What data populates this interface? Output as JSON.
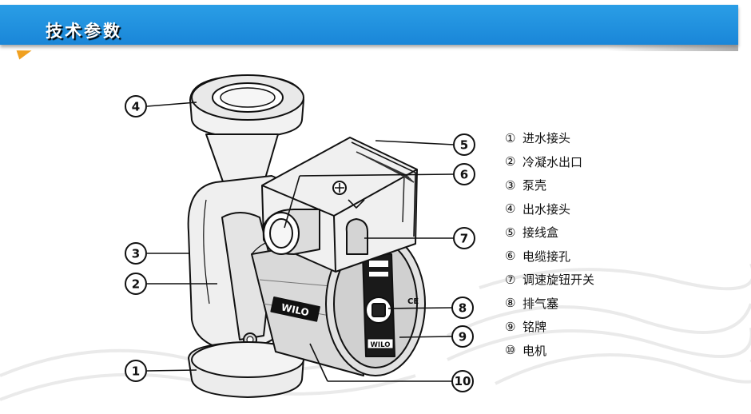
{
  "header": {
    "title": "技术参数",
    "bar_color": "#1a8fe0",
    "arrow_color": "#f0a020"
  },
  "diagram": {
    "brand_label": "WILO",
    "brand_label_plate": "WILO",
    "ce_mark": "CE",
    "callouts": [
      "4",
      "5",
      "6",
      "7",
      "3",
      "2",
      "8",
      "9",
      "1",
      "10"
    ]
  },
  "legend": {
    "items": [
      {
        "mark": "①",
        "text": "进水接头"
      },
      {
        "mark": "②",
        "text": "冷凝水出口"
      },
      {
        "mark": "③",
        "text": "泵壳"
      },
      {
        "mark": "④",
        "text": "出水接头"
      },
      {
        "mark": "⑤",
        "text": "接线盒"
      },
      {
        "mark": "⑥",
        "text": "电缆接孔"
      },
      {
        "mark": "⑦",
        "text": "调速旋钮开关"
      },
      {
        "mark": "⑧",
        "text": "排气塞"
      },
      {
        "mark": "⑨",
        "text": "铭牌"
      },
      {
        "mark": "⑩",
        "text": "电机"
      }
    ]
  }
}
